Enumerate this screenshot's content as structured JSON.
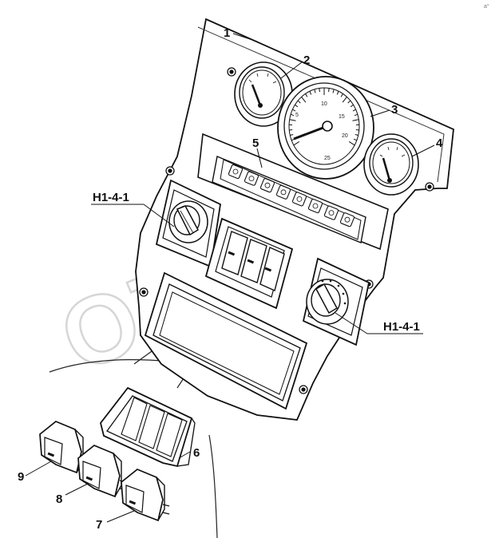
{
  "diagram": {
    "watermark": "ОТЕХ",
    "corner_mark": "a°",
    "gauge_scale": [
      "5",
      "10",
      "15",
      "20",
      "25"
    ],
    "callouts": {
      "c1": "1",
      "c2": "2",
      "c3": "3",
      "c4": "4",
      "c5": "5",
      "c6": "6",
      "c7": "7",
      "c8": "8",
      "c9": "9",
      "ref_left": "H1-4-1",
      "ref_right": "H1-4-1"
    }
  }
}
